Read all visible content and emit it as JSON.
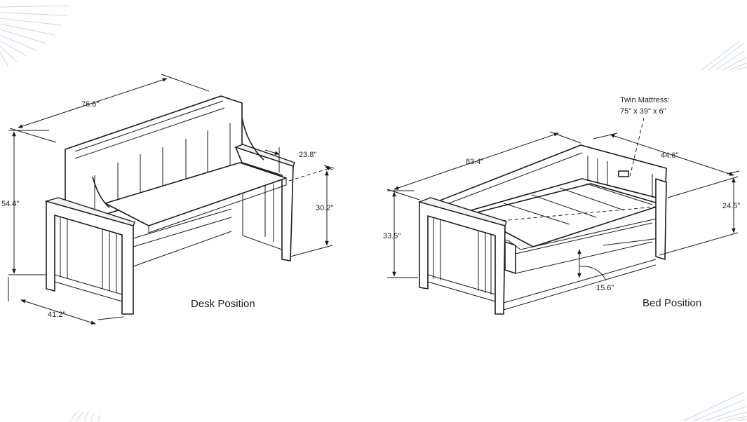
{
  "desk": {
    "caption": "Desk Position",
    "dims": {
      "length": "76.6\"",
      "height": "54.4\"",
      "depth": "41.2\"",
      "desk_depth": "23.8\"",
      "desk_height": "30.2\""
    }
  },
  "bed": {
    "caption": "Bed Position",
    "mattress_label": "Twin Mattress:",
    "mattress_size": "75\" x 39\" x 6\"",
    "dims": {
      "length": "83.4\"",
      "width": "44.6\"",
      "height": "33.5\"",
      "rail_height": "24.5\"",
      "clearance": "15.6\""
    }
  },
  "colors": {
    "line": "#1a1a1a",
    "background": "#ffffff",
    "decoration": "#c9d6e6"
  }
}
